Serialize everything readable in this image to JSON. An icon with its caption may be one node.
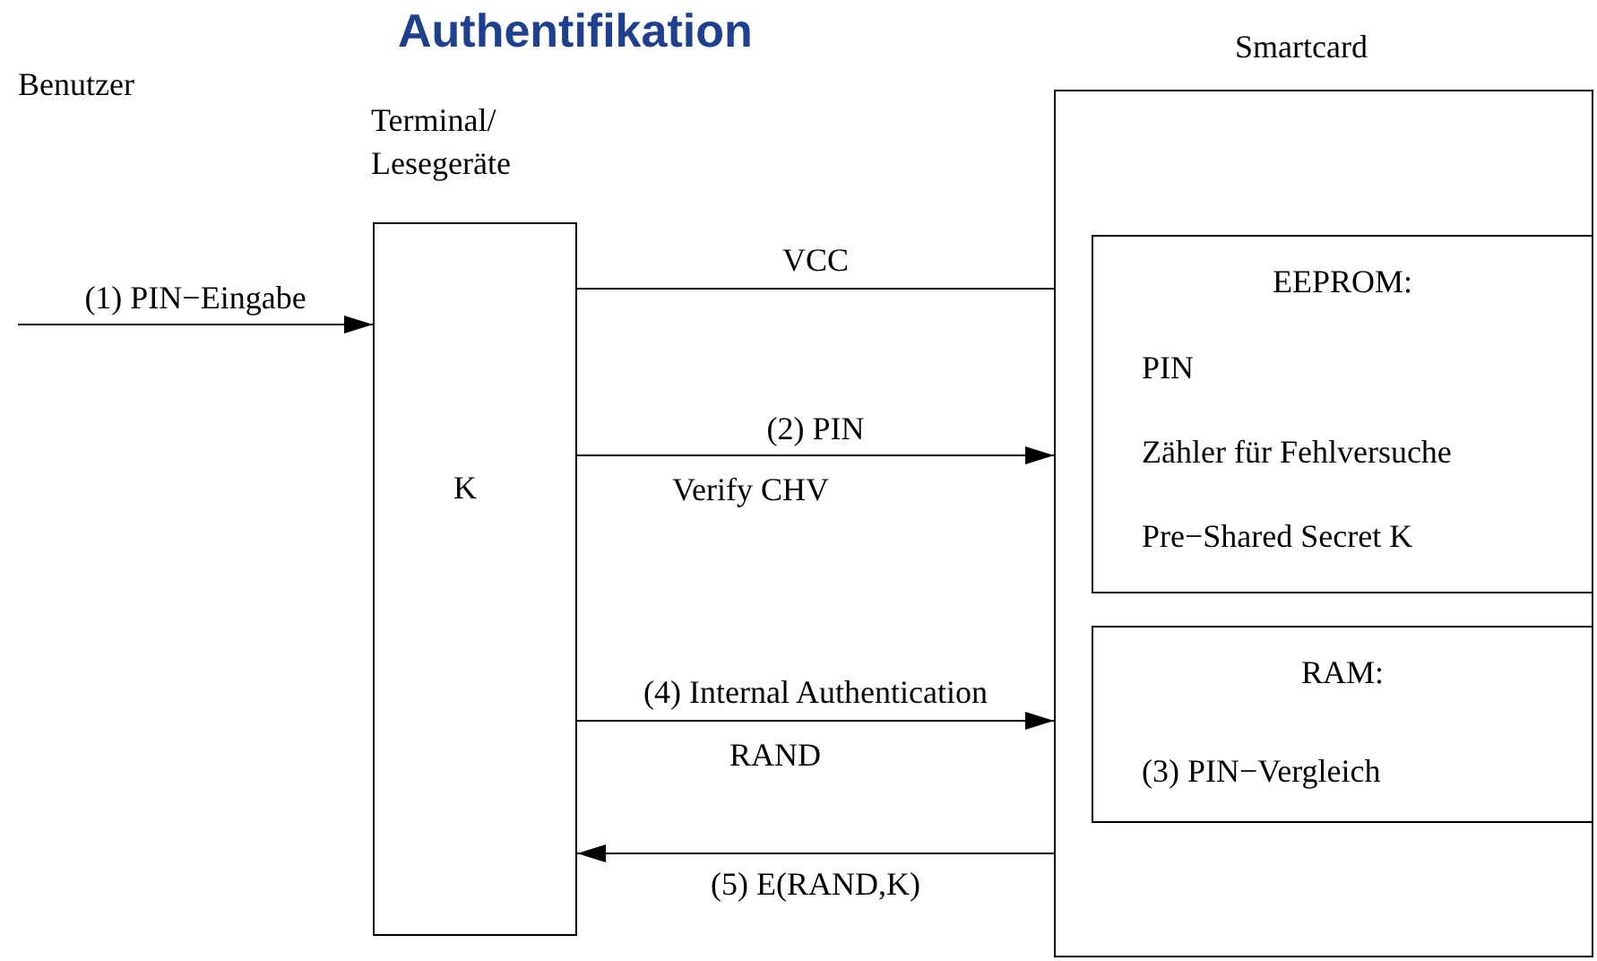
{
  "diagram": {
    "title": "Authentifikation",
    "nodes": [
      {
        "text": [
          "Terminal/ Lesegeräte",
          "K"
        ]
      },
      {
        "text": [
          "Smartcard"
        ]
      },
      {
        "text": [
          "EEPROM:",
          "PIN",
          "Zähler für Fehlversuche",
          "Pre−Shared Secret K"
        ],
        "in": 1
      },
      {
        "text": [
          "RAM:",
          "(3) PIN−Vergleich"
        ],
        "in": 1
      }
    ],
    "edges": [
      {
        "from": null,
        "to": 0,
        "arrow": "to",
        "label": "(1) PIN−Eingabe"
      },
      {
        "from": 0,
        "to": 1,
        "arrow": "none",
        "label": "VCC"
      },
      {
        "from": 0,
        "to": 1,
        "arrow": "to",
        "label": "(2) PIN"
      },
      {
        "from": 0,
        "to": 1,
        "arrow": "to",
        "label": "(4) Internal Authentication"
      },
      {
        "from": 1,
        "to": 0,
        "arrow": "to",
        "label": "(5) E(RAND,K)"
      }
    ],
    "labels": [
      "Benutzer",
      "Verify CHV",
      "RAND"
    ]
  }
}
